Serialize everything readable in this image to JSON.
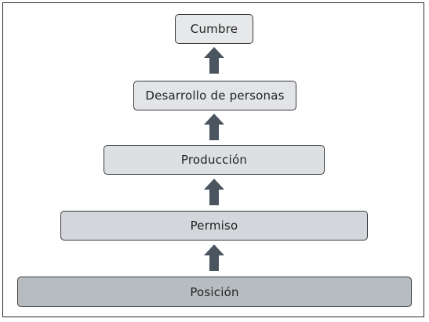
{
  "diagram": {
    "levels": [
      {
        "label": "Cumbre"
      },
      {
        "label": "Desarrollo de personas"
      },
      {
        "label": "Producción"
      },
      {
        "label": "Permiso"
      },
      {
        "label": "Posición"
      }
    ]
  },
  "colors": {
    "box_top_fill": "#e6e8ea",
    "box_mid_fill": "#dde0e3",
    "box_lower_fill": "#d3d6da",
    "box_bottom_fill": "#b7bcc1",
    "arrow_fill": "#4a5560",
    "border": "#3a3a3a"
  }
}
